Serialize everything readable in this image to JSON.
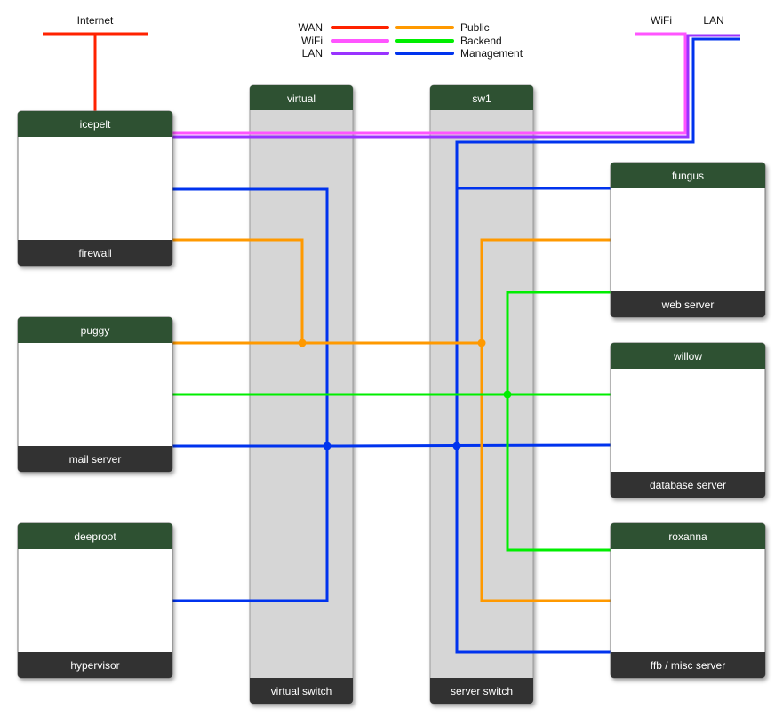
{
  "internet_label": "Internet",
  "uplinks": {
    "wifi_label": "WiFi",
    "lan_label": "LAN"
  },
  "legend": [
    {
      "label": "WAN",
      "color": "#ff2200"
    },
    {
      "label": "WiFi",
      "color": "#ff55ff"
    },
    {
      "label": "LAN",
      "color": "#9933ff"
    },
    {
      "label": "Public",
      "color": "#ff9900"
    },
    {
      "label": "Backend",
      "color": "#00ee00"
    },
    {
      "label": "Management",
      "color": "#0033ee"
    }
  ],
  "colors": {
    "header_green": "#2d5130",
    "footer_dark": "#333333",
    "switch_fill": "#d6d6d6",
    "wan": "#ff2200",
    "wifi": "#ff55ff",
    "lan": "#9933ff",
    "public": "#ff9900",
    "backend": "#00ee00",
    "management": "#0033ee"
  },
  "switches": [
    {
      "id": "virtual",
      "name": "virtual",
      "role": "virtual switch"
    },
    {
      "id": "sw1",
      "name": "sw1",
      "role": "server switch"
    }
  ],
  "hosts": [
    {
      "id": "icepelt",
      "name": "icepelt",
      "role": "firewall"
    },
    {
      "id": "puggy",
      "name": "puggy",
      "role": "mail server"
    },
    {
      "id": "deeproot",
      "name": "deeproot",
      "role": "hypervisor"
    },
    {
      "id": "fungus",
      "name": "fungus",
      "role": "web server"
    },
    {
      "id": "willow",
      "name": "willow",
      "role": "database server"
    },
    {
      "id": "roxanna",
      "name": "roxanna",
      "role": "ffb / misc server"
    }
  ]
}
